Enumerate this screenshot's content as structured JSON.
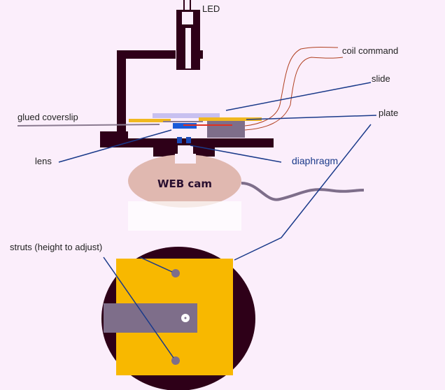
{
  "labels": {
    "led": "LED",
    "coil_command": "coil command",
    "slide": "slide",
    "plate": "plate",
    "glued_coverslip": "glued coverslip",
    "lens": "lens",
    "diaphragm": "diaphragm",
    "webcam": "WEB cam",
    "struts": "struts (height to adjust)"
  },
  "colors": {
    "background": "#fbeefb",
    "frame": "#2e0018",
    "slide": "#c8c0f0",
    "coverslip_plate": "#f0b820",
    "lens": "#1a5ad8",
    "webcam": "#e0b8b0",
    "leader_line": "#1a3a8a",
    "base_plate": "#f8b800"
  }
}
